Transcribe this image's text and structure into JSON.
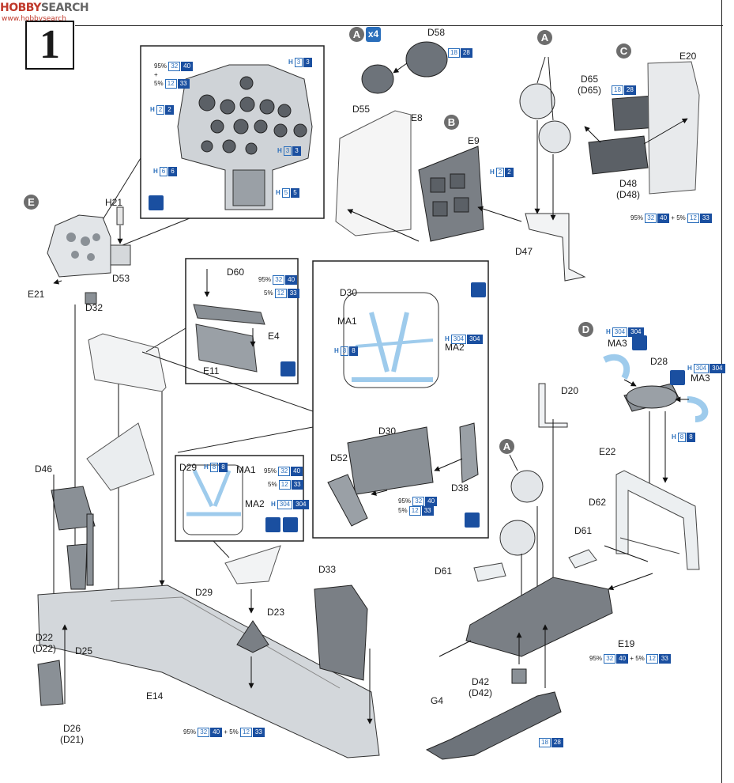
{
  "watermark": {
    "main": "SEARCH",
    "prefix": "HOBBY",
    "sub": "www.hobbysearch"
  },
  "step_number": "1",
  "callouts": {
    "A": "A",
    "B": "B",
    "C": "C",
    "D": "D",
    "E": "E",
    "x4": "x4"
  },
  "labels": {
    "D58": "D58",
    "D55": "D55",
    "E8": "E8",
    "E9": "E9",
    "D47": "D47",
    "D65": "D65",
    "D65p": "(D65)",
    "D48": "D48",
    "D48p": "(D48)",
    "E20": "E20",
    "H21": "H21",
    "D53": "D53",
    "E21": "E21",
    "D32": "D32",
    "D60": "D60",
    "E4": "E4",
    "E11": "E11",
    "D30a": "D30",
    "MA1a": "MA1",
    "MA2a": "MA2",
    "D30b": "D30",
    "D52": "D52",
    "D38": "D38",
    "D29a": "D29",
    "MA1b": "MA1",
    "MA2b": "MA2",
    "D29b": "D29",
    "D46": "D46",
    "D25": "D25",
    "D22": "D22",
    "D22p": "(D22)",
    "D26": "D26",
    "D21p": "(D21)",
    "D23": "D23",
    "D33": "D33",
    "E14": "E14",
    "D20": "D20",
    "MA3a": "MA3",
    "MA3b": "MA3",
    "D28": "D28",
    "E22": "E22",
    "D62": "D62",
    "D61a": "D61",
    "D61b": "D61",
    "E19": "E19",
    "D42": "D42",
    "D42p": "(D42)",
    "G4": "G4"
  },
  "paints": {
    "n32": "32",
    "n40": "40",
    "n12": "12",
    "n33": "33",
    "n18": "18",
    "n28": "28",
    "n3": "3",
    "n2": "2",
    "n6": "6",
    "n5": "5",
    "n8": "8",
    "n304": "304",
    "p95": "95%",
    "p5": "5%",
    "plus": "+",
    "H": "H"
  },
  "colors": {
    "gray_part": "#7a7f85",
    "light_part": "#d9dde0",
    "belt_blue": "#9ecbec",
    "brand_blue": "#1a4fa0"
  }
}
